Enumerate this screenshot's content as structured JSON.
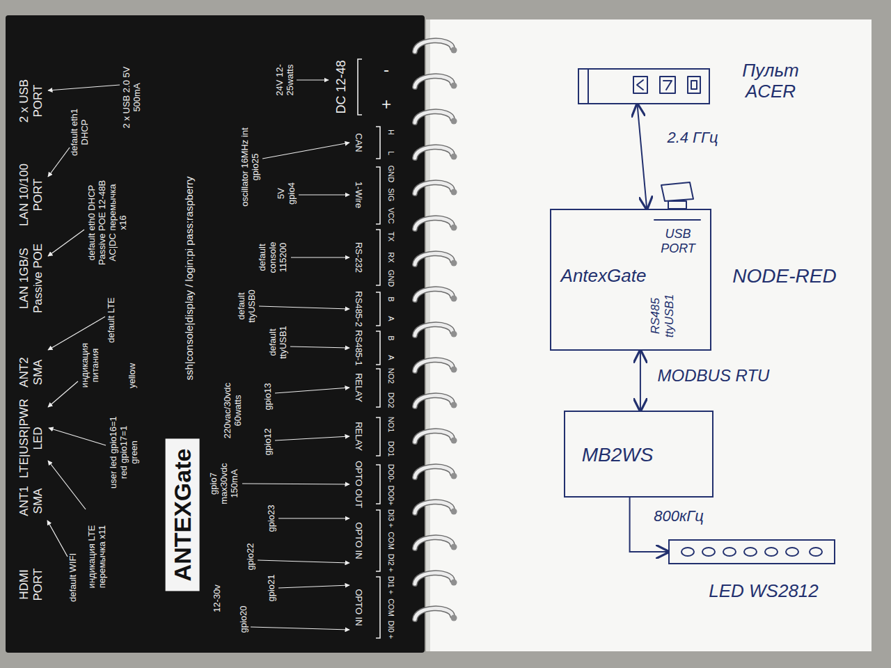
{
  "diagram": {
    "nodes": [
      {
        "text": [
          "Пульт ACER"
        ]
      },
      {
        "text": [
          "AntexGate",
          "USB PORT",
          "RS485 ttyUSB1",
          "NODE-RED"
        ]
      },
      {
        "text": [
          "MB2WS"
        ]
      },
      {
        "text": [
          "LED WS2812"
        ]
      }
    ],
    "edges": [
      {
        "from": 0,
        "to": 1,
        "label": "2.4 ГГц",
        "arrow": "both"
      },
      {
        "from": 1,
        "to": 2,
        "label": "MODBUS RTU",
        "arrow": "both"
      },
      {
        "from": 2,
        "to": 3,
        "label": "800кГц",
        "arrow": "to"
      }
    ],
    "labels": [
      "HDMI PORT",
      "ANT1 SMA",
      "LTE|USR|PWR LED",
      "ANT2 SMA",
      "LAN 1GB/S Passive POE",
      "LAN 10/100 PORT",
      "2 x USB PORT",
      "default WIFI",
      "индикация LTE перемычка x11",
      "user led gpio16=1 red gpio17=1 green",
      "индикация питания",
      "yellow",
      "default LTE",
      "default eth0 DHCP Passive POE 12-48В AC|DC перемычка x16",
      "default eth1 DHCP",
      "2 x USB 2.0 5V 500mA",
      "ssh|console|display / login:pi pass:raspberry",
      "ANTEXGate",
      "DC 12-48",
      "+",
      "-",
      "24V 12-25watts",
      "CAN",
      "H",
      "L",
      "oscillator 16MHz int gpio25",
      "1-Wire",
      "GND",
      "SIG",
      "VCC",
      "5V gpio4",
      "RS-232",
      "TX",
      "RX",
      "GND",
      "default console 115200",
      "RS485-2",
      "B",
      "A",
      "default ttyUSB0",
      "RS485-1",
      "B",
      "A",
      "default ttyUSB1",
      "RELAY",
      "NO2",
      "DO2",
      "gpio13",
      "220vac/30vdc 60watts",
      "RELAY",
      "NO1",
      "DO1",
      "gpio12",
      "OPTO OUT",
      "DO0-",
      "DO0+",
      "gpio7 max30vdc 150mA",
      "OPTO IN",
      "DI3 +",
      "COM",
      "DI2 +",
      "gpio23",
      "OPTO IN",
      "DI1 +",
      "COM",
      "DI0 +",
      "gpio22",
      "gpio21",
      "gpio20",
      "12-30v"
    ]
  }
}
